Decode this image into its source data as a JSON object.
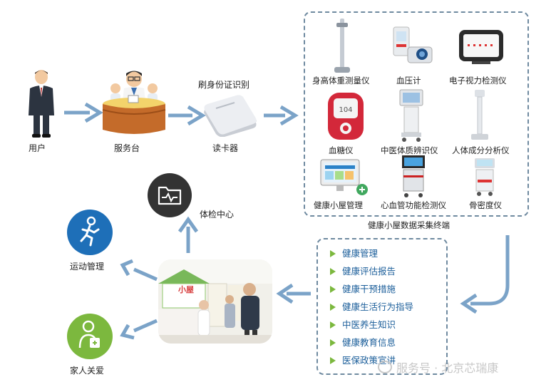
{
  "flow": {
    "user": "用户",
    "service_desk": "服务台",
    "id_card": "刷身份证识别",
    "card_reader": "读卡器",
    "check_center": "体检中心",
    "sports": "运动管理",
    "family": "家人关爱"
  },
  "devices": {
    "items": [
      "身高体重测量仪",
      "血压计",
      "电子视力检测仪",
      "血糖仪",
      "中医体质辨识仪",
      "人体成分分析仪",
      "健康小屋管理",
      "心血管功能检测仪",
      "骨密度仪"
    ],
    "caption": "健康小屋数据采集终端"
  },
  "services": [
    "健康管理",
    "健康评估报告",
    "健康干预措施",
    "健康生活行为指导",
    "中医养生知识",
    "健康教育信息",
    "医保政策宣讲"
  ],
  "photo_sign": "小屋",
  "watermark": "服务号 · 北京芯瑞康",
  "colors": {
    "arrow": "#7ba3c8",
    "dash": "#6f8aa0",
    "list_text": "#1b5e9a",
    "bullet": "#7cb83e",
    "sports_circle": "#1e6fb8",
    "family_circle": "#7cb83e",
    "center_circle": "#333333"
  }
}
